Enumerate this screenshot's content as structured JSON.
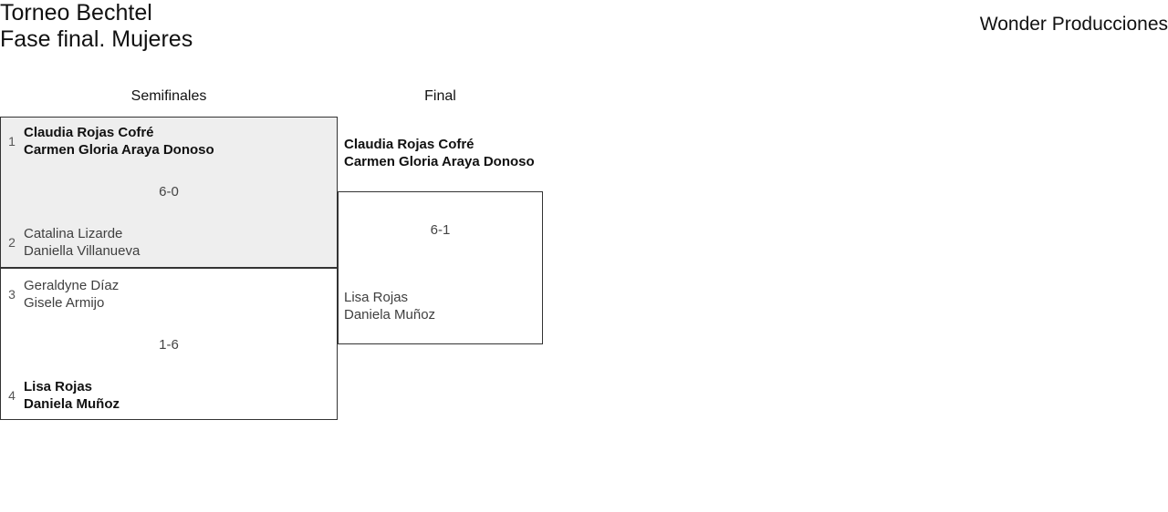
{
  "header": {
    "title_line1": "Torneo Bechtel",
    "title_line2": "Fase final. Mujeres",
    "organizer": "Wonder Producciones"
  },
  "rounds": [
    {
      "name": "semifinals",
      "label": "Semifinales"
    },
    {
      "name": "final",
      "label": "Final"
    }
  ],
  "bracket": {
    "semifinals": [
      {
        "highlighted": true,
        "score": "6-0",
        "top": {
          "seed": "1",
          "player1": "Claudia Rojas Cofré",
          "player2": "Carmen Gloria Araya Donoso",
          "result": "winner"
        },
        "bottom": {
          "seed": "2",
          "player1": "Catalina Lizarde",
          "player2": "Daniella Villanueva",
          "result": "loser"
        }
      },
      {
        "highlighted": false,
        "score": "1-6",
        "top": {
          "seed": "3",
          "player1": "Geraldyne Díaz",
          "player2": "Gisele Armijo",
          "result": "loser"
        },
        "bottom": {
          "seed": "4",
          "player1": "Lisa Rojas",
          "player2": "Daniela Muñoz",
          "result": "winner"
        }
      }
    ],
    "final": {
      "score": "6-1",
      "top": {
        "player1": "Claudia Rojas Cofré",
        "player2": "Carmen Gloria Araya Donoso",
        "result": "winner"
      },
      "bottom": {
        "player1": "Lisa Rojas",
        "player2": "Daniela Muñoz",
        "result": "loser"
      }
    }
  },
  "colors": {
    "highlight_background": "#eeeeee",
    "border": "#333333",
    "winner_text": "#111111",
    "loser_text": "#3f3f3f",
    "seed_text": "#555555",
    "page_background": "#ffffff"
  }
}
